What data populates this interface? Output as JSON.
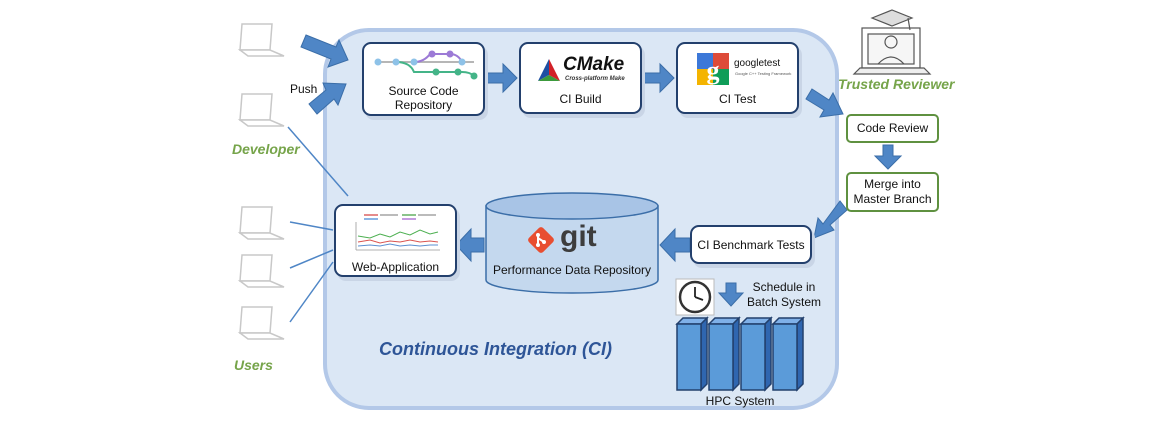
{
  "ci_title": "Continuous Integration (CI)",
  "labels": {
    "developer": "Developer",
    "users": "Users",
    "trusted_reviewer": "Trusted Reviewer",
    "push": "Push",
    "hpc_system": "HPC System",
    "schedule": "Schedule in\nBatch System"
  },
  "nodes": {
    "source_code": "Source Code\nRepository",
    "ci_build": "CI Build",
    "ci_test": "CI Test",
    "code_review": "Code Review",
    "merge": "Merge into\nMaster Branch",
    "benchmark": "CI Benchmark Tests",
    "perf_repo": "Performance Data Repository",
    "web_app": "Web-Application"
  },
  "logos": {
    "cmake": "CMake",
    "cmake_sub": "Cross-platform Make",
    "googletest": "googletest",
    "googletest_sub": "Google C++ Testing Framework",
    "git": "git"
  },
  "colors": {
    "ci_fill": "#dbe7f5",
    "ci_border": "#b3c8e8",
    "arrow": "#4f86c6",
    "box_border": "#23406d",
    "green": "#76a44a",
    "ci_title": "#2e5597"
  }
}
